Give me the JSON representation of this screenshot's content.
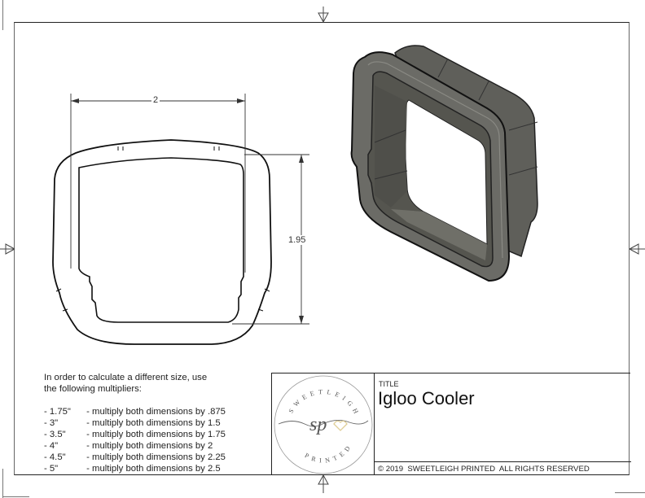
{
  "drawing": {
    "title_label": "TITLE",
    "title": "Igloo Cooler",
    "copyright": "© 2019  SWEETLEIGH PRINTED  ALL RIGHTS RESERVED",
    "logo": {
      "top_text": "SWEETLEIGH",
      "bottom_text": "PRINTED",
      "monogram": "sp",
      "heart_color": "#e8d9a8"
    },
    "dimensions": {
      "width_label": "2",
      "height_label": "1.95"
    },
    "model_color": "#5d5d58"
  },
  "notes": {
    "intro_line1": "In order to calculate a different size, use",
    "intro_line2": "the following multipliers:",
    "multipliers": [
      {
        "size": "- 1.75\"",
        "text": " - multiply both dimensions by .875"
      },
      {
        "size": "- 3\"",
        "text": " - multiply both dimensions by 1.5"
      },
      {
        "size": "- 3.5\"",
        "text": " - multiply both dimensions by 1.75"
      },
      {
        "size": "- 4\"",
        "text": " - multiply both dimensions by 2"
      },
      {
        "size": "- 4.5\"",
        "text": " - multiply both dimensions by 2.25"
      },
      {
        "size": "- 5\"",
        "text": " - multiply both dimensions by 2.5"
      }
    ]
  }
}
